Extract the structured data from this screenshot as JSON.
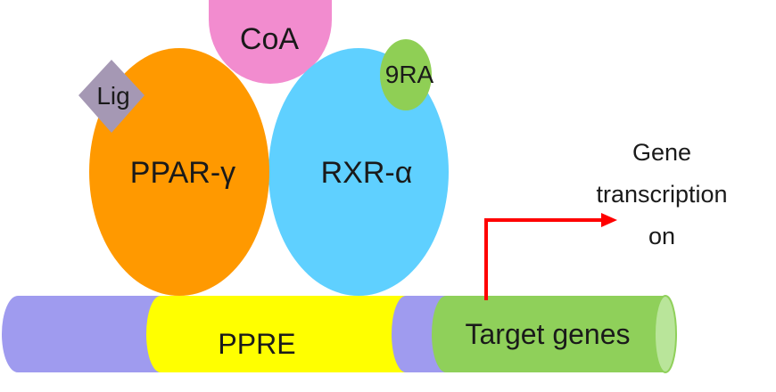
{
  "diagram": {
    "labels": {
      "coa": "CoA",
      "lig": "Lig",
      "nine_ra": "9RA",
      "ppar": "PPAR-γ",
      "rxr": "RXR-α",
      "ppre": "PPRE",
      "target": "Target genes"
    },
    "note": {
      "line1": "Gene",
      "line2": "transcription",
      "line3": "on"
    },
    "colors": {
      "dna_lavender": "#9f9bef",
      "ppre_yellow": "#ffff00",
      "target_green": "#8fd05a",
      "target_cap": "#b9e59a",
      "ppar_orange": "#ff9900",
      "rxr_blue": "#5fd0ff",
      "coa_pink": "#f28ccf",
      "nine_ra_green": "#8fcf55",
      "lig_purple": "#a598b4",
      "arrow_red": "#ff0000"
    }
  }
}
